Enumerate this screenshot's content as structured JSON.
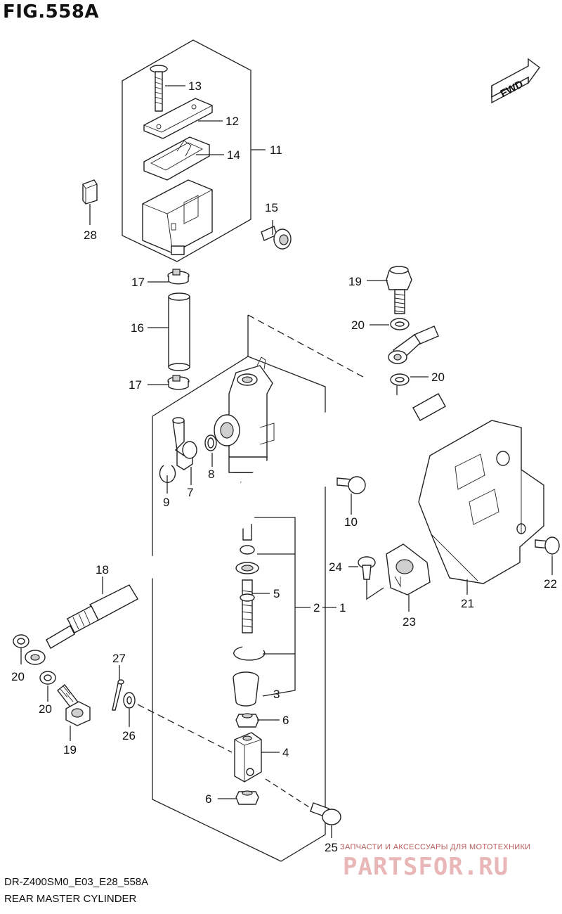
{
  "figure_title": "FIG.558A",
  "direction_label": "FWD",
  "footer": {
    "code": "DR-Z400SM0_E03_E28_558A",
    "name": "REAR MASTER CYLINDER"
  },
  "watermark": {
    "caption": "ЗАПЧАСТИ И АКСЕССУАРЫ ДЛЯ МОТОТЕХНИКИ",
    "brand": "PARTSFOR.RU"
  },
  "callouts": {
    "c13": "13",
    "c12": "12",
    "c14": "14",
    "c11": "11",
    "c15": "15",
    "c28": "28",
    "c17a": "17",
    "c16": "16",
    "c17b": "17",
    "c19a": "19",
    "c20a": "20",
    "c20b": "20",
    "c9": "9",
    "c7": "7",
    "c8": "8",
    "c10": "10",
    "c2": "2",
    "c1": "1",
    "c5": "5",
    "c3": "3",
    "c6a": "6",
    "c4": "4",
    "c6b": "6",
    "c18": "18",
    "c20c": "20",
    "c20d": "20",
    "c19b": "19",
    "c27": "27",
    "c26": "26",
    "c24": "24",
    "c23": "23",
    "c21": "21",
    "c22": "22",
    "c25": "25"
  }
}
